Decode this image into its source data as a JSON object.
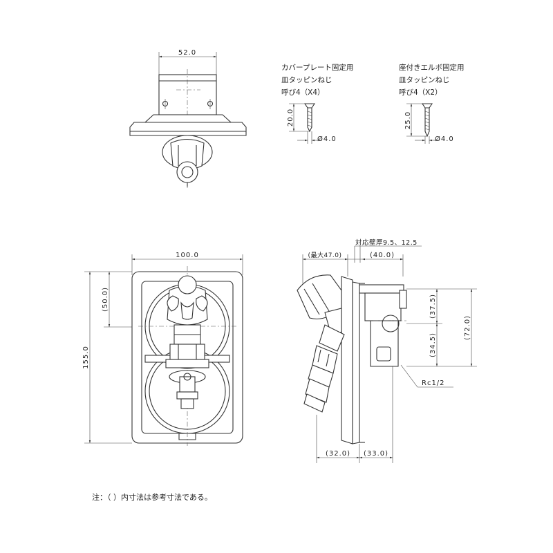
{
  "top_view": {
    "width_dim": "52.0"
  },
  "screw_a": {
    "line1": "カバープレート固定用",
    "line2": "皿タッピンねじ",
    "line3": "呼び4（X4）",
    "length_dim": "20.0",
    "dia_dim": "Ø4.0"
  },
  "screw_b": {
    "line1": "座付きエルボ固定用",
    "line2": "皿タッピンねじ",
    "line3": "呼び4（X2）",
    "length_dim": "25.0",
    "dia_dim": "Ø4.0"
  },
  "front_view": {
    "width_dim": "100.0",
    "height_dim": "155.0",
    "upper_dim": "(50.0)"
  },
  "side_view": {
    "wall_thickness": "対応壁厚9.5、12.5",
    "max_dim": "(最大47.0)",
    "right_dim": "(40.0)",
    "dim_37": "(37.5)",
    "dim_72": "(72.0)",
    "dim_34": "(34.5)",
    "thread_label": "Rc1/2",
    "bottom_left_dim": "(32.0)",
    "bottom_right_dim": "(33.0)"
  },
  "note": "注：（ ）内寸法は参考寸法である。"
}
